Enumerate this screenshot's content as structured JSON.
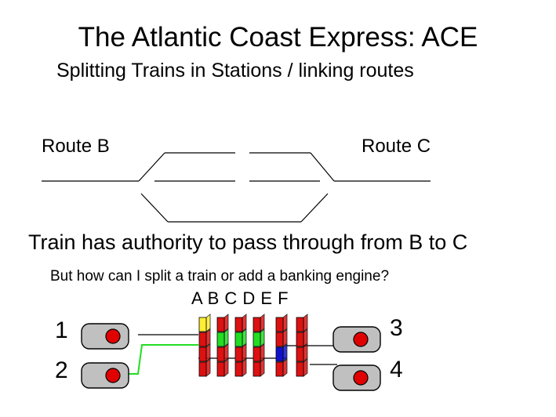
{
  "title": "The Atlantic Coast Express: ACE",
  "subtitle": "Splitting Trains in Stations / linking routes",
  "track_diagram": {
    "left_label": "Route B",
    "right_label": "Route C"
  },
  "statement": "Train has authority to pass through from B to C",
  "question": "But how can I split a train or add a banking engine?",
  "signal_diagram": {
    "column_labels": "A B C D E F",
    "buffers": [
      {
        "label": "1"
      },
      {
        "label": "2"
      },
      {
        "label": "3"
      },
      {
        "label": "4"
      }
    ],
    "colors": {
      "block": "#dd1111",
      "buffer": "#c0c0c0",
      "buffer_lamp": "#e00000",
      "active_route": "#22dd22",
      "highlight_a": "#ffee33",
      "highlight_e": "#1111cc"
    }
  }
}
